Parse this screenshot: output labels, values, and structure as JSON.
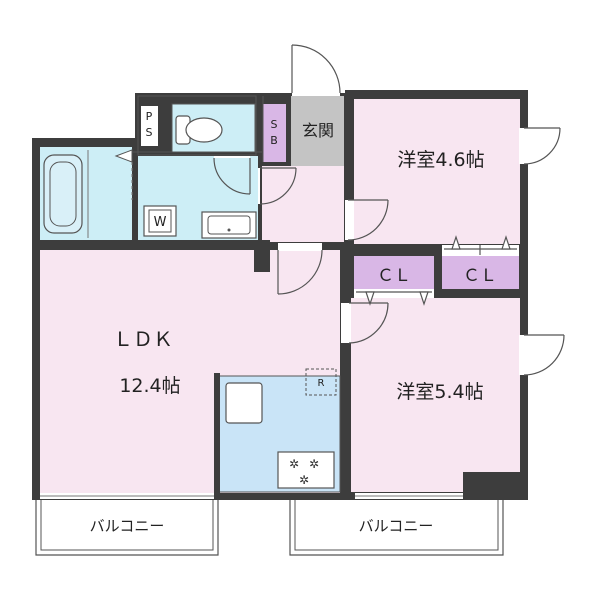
{
  "rooms": {
    "ldk_label": "ＬＤＫ",
    "ldk_size": "12.4帖",
    "western1": "洋室4.6帖",
    "western2": "洋室5.4帖",
    "entrance": "玄関",
    "closet1": "ＣＬ",
    "closet2": "ＣＬ",
    "balcony_left": "バルコニー",
    "balcony_right": "バルコニー"
  },
  "symbols": {
    "pipe_space": "PS",
    "shoe_box": "SB",
    "washer": "W",
    "refrigerator": "R"
  },
  "colors": {
    "wall": "#3d3d3d",
    "room_pink": "#f8e6f1",
    "wet_area_blue": "#cdeef6",
    "kitchen_blue": "#c9e4f7",
    "closet_purple": "#d9b7e6",
    "entrance_gray": "#c4c4c4",
    "balcony": "#ffffff"
  },
  "icons": [
    "bathtub-icon",
    "toilet-icon",
    "washbasin-icon",
    "stove-icon",
    "sink-icon",
    "washer-icon"
  ]
}
